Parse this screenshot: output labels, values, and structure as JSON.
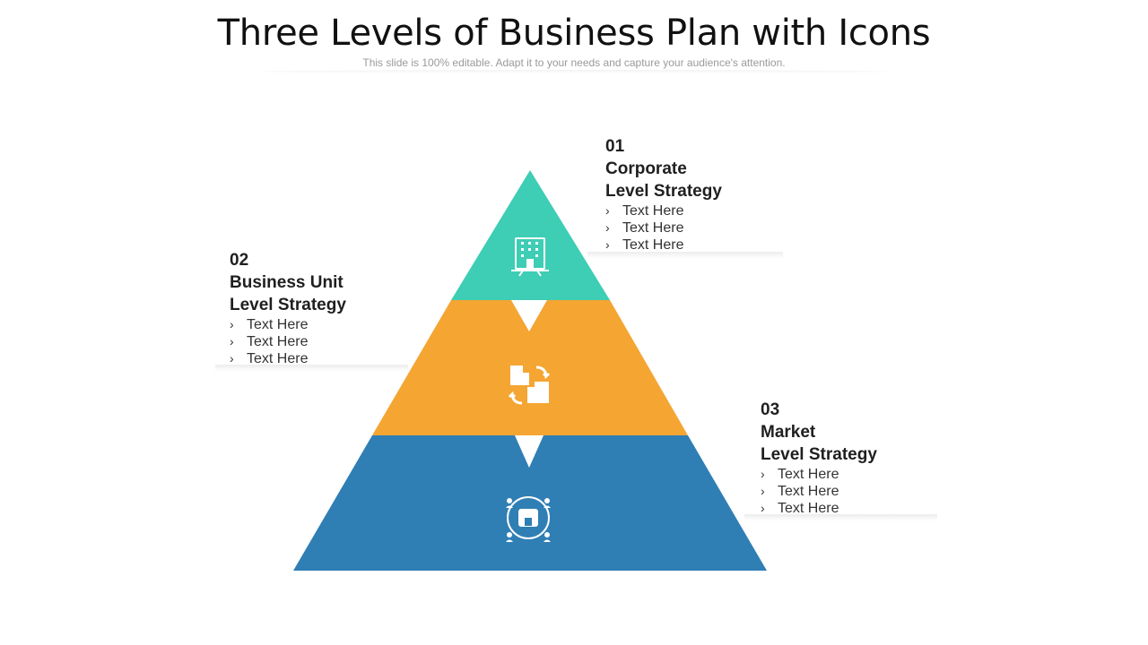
{
  "slide": {
    "title": "Three Levels of Business Plan with Icons",
    "subtitle": "This slide is 100% editable. Adapt it to your needs and capture your audience's attention."
  },
  "colors": {
    "top": "#3ecdb5",
    "middle": "#f4a532",
    "bottom": "#2f7fb5",
    "icon": "#ffffff"
  },
  "levels": [
    {
      "number": "01",
      "heading_line1": "Corporate",
      "heading_line2": "Level Strategy",
      "bullets": [
        "Text Here",
        "Text Here",
        "Text Here"
      ],
      "icon": "office-building-icon"
    },
    {
      "number": "02",
      "heading_line1": "Business Unit",
      "heading_line2": "Level Strategy",
      "bullets": [
        "Text Here",
        "Text Here",
        "Text Here"
      ],
      "icon": "buildings-exchange-icon"
    },
    {
      "number": "03",
      "heading_line1": "Market",
      "heading_line2": "Level Strategy",
      "bullets": [
        "Text Here",
        "Text Here",
        "Text Here"
      ],
      "icon": "market-store-icon"
    }
  ],
  "bullet_glyph": "›"
}
